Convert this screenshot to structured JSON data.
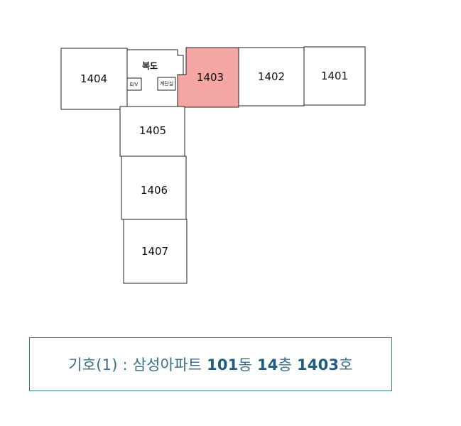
{
  "floor_plan": {
    "corridor_label": "복도",
    "elevator_label": "E/V",
    "stair_label": "계단실",
    "units": [
      {
        "id": "1404",
        "label": "1404",
        "highlighted": false
      },
      {
        "id": "1403",
        "label": "1403",
        "highlighted": true
      },
      {
        "id": "1402",
        "label": "1402",
        "highlighted": false
      },
      {
        "id": "1401",
        "label": "1401",
        "highlighted": false
      },
      {
        "id": "1405",
        "label": "1405",
        "highlighted": false
      },
      {
        "id": "1406",
        "label": "1406",
        "highlighted": false
      },
      {
        "id": "1407",
        "label": "1407",
        "highlighted": false
      }
    ],
    "colors": {
      "highlight_fill": "#f4a6a4",
      "outline": "#222222",
      "legend_border": "#3a7d8c",
      "legend_text": "#3a6f86"
    }
  },
  "legend": {
    "prefix": "기호(1) : 삼성아파트 ",
    "building": "101",
    "building_suffix": "동 ",
    "floor": "14",
    "floor_suffix": "층 ",
    "unit": "1403",
    "unit_suffix": "호"
  }
}
